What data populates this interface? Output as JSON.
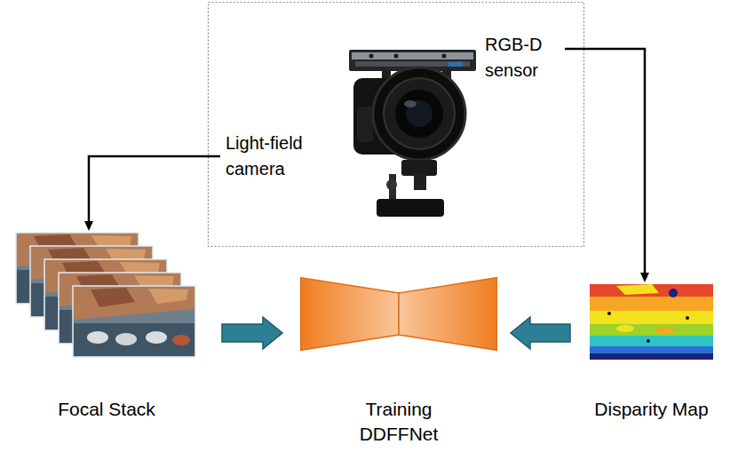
{
  "diagram": {
    "nodes": [
      {
        "text": [
          "Light-field camera"
        ]
      },
      {
        "text": [
          "RGB-D sensor"
        ]
      },
      {
        "text": [
          "Focal Stack"
        ]
      },
      {
        "text": [
          "Training DDFFNet"
        ]
      },
      {
        "text": [
          "Disparity Map"
        ]
      }
    ],
    "edges": [
      {
        "from": 0,
        "to": 2,
        "arrow": "to"
      },
      {
        "from": 1,
        "to": 4,
        "arrow": "to"
      },
      {
        "from": 2,
        "to": 3,
        "arrow": "to"
      },
      {
        "from": 4,
        "to": 3,
        "arrow": "to"
      }
    ]
  }
}
